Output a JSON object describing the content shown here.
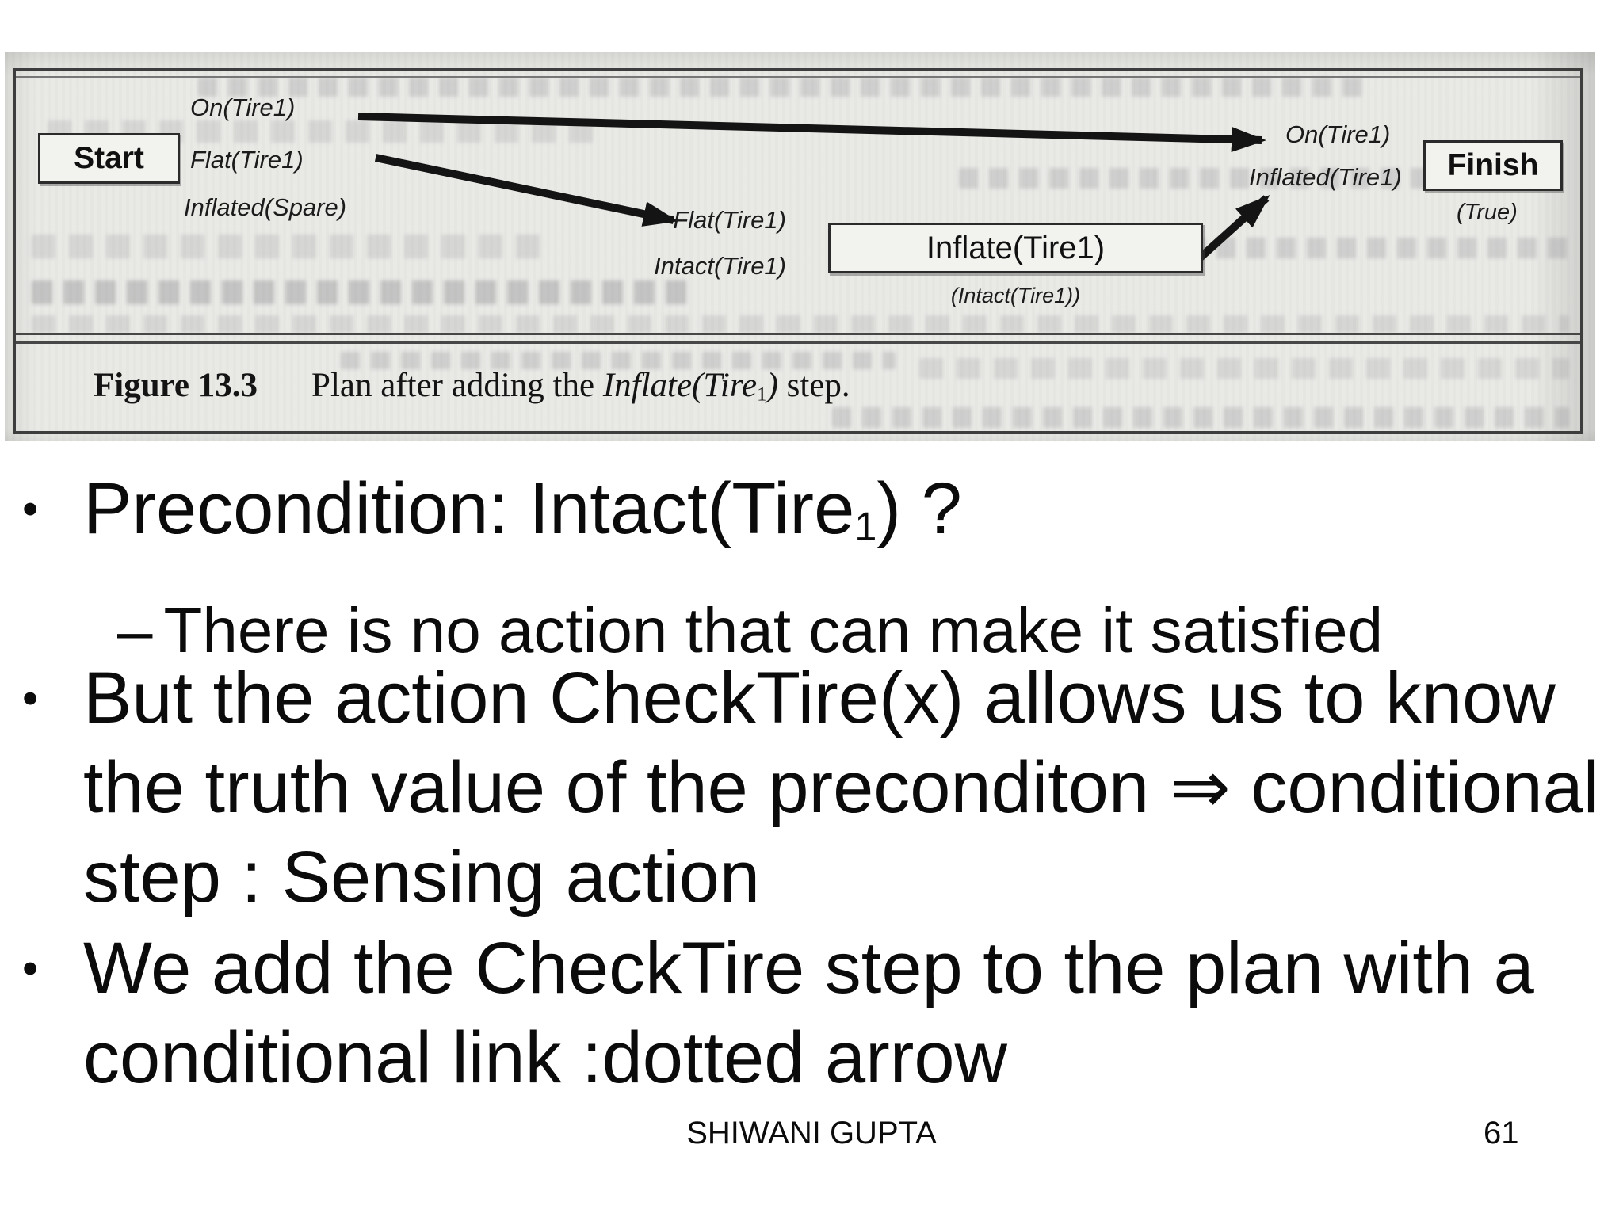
{
  "slide": {
    "figure": {
      "boxes": {
        "start": "Start",
        "inflate": "Inflate(Tire1)",
        "finish": "Finish"
      },
      "labels": {
        "start_on": "On(Tire1)",
        "start_flat": "Flat(Tire1)",
        "start_inflated_spare": "Inflated(Spare)",
        "mid_flat": "Flat(Tire1)",
        "mid_intact": "Intact(Tire1)",
        "inflate_condition_note": "(Intact(Tire1))",
        "finish_on": "On(Tire1)",
        "finish_inflated": "Inflated(Tire1)",
        "finish_true": "(True)"
      },
      "caption": {
        "label": "Figure 13.3",
        "pre": "Plan after adding the ",
        "step": "Inflate(Tire",
        "sub": "1",
        "close": ")",
        "post": " step."
      }
    },
    "bullets": {
      "b1": {
        "marker": "•",
        "pre": "Precondition: Intact(Tire",
        "sub": "1",
        "post": ") ?"
      },
      "b1_child": {
        "marker": "–",
        "text": "There is no action that can make it satisfied"
      },
      "b2": {
        "marker": "•",
        "lines": [
          "But the action CheckTire(x) allows us to know",
          "the truth value of the preconditon ⇒ conditional",
          "step : Sensing action"
        ]
      },
      "b3": {
        "marker": "•",
        "lines": [
          "We add the CheckTire step to the plan with a",
          "conditional link :dotted arrow"
        ]
      }
    },
    "footer": {
      "author": "SHIWANI GUPTA",
      "page_number": "61"
    }
  }
}
